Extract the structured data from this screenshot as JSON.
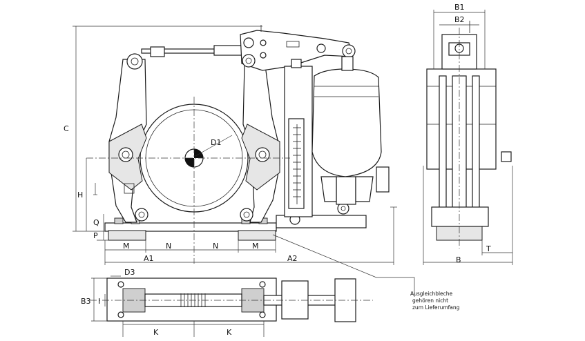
{
  "labels": {
    "B1": "B1",
    "B2": "B2",
    "C": "C",
    "D1": "D1",
    "H": "H",
    "Q": "Q",
    "P": "P",
    "M": "M",
    "N": "N",
    "A1": "A1",
    "A2": "A2",
    "B": "B",
    "T": "T",
    "D3": "D3",
    "B3": "B3",
    "I": "I",
    "K": "K"
  },
  "note": {
    "line1": "Ausgleichbleche",
    "line2": "gehören nicht",
    "line3": "zum Lieferumfang"
  }
}
